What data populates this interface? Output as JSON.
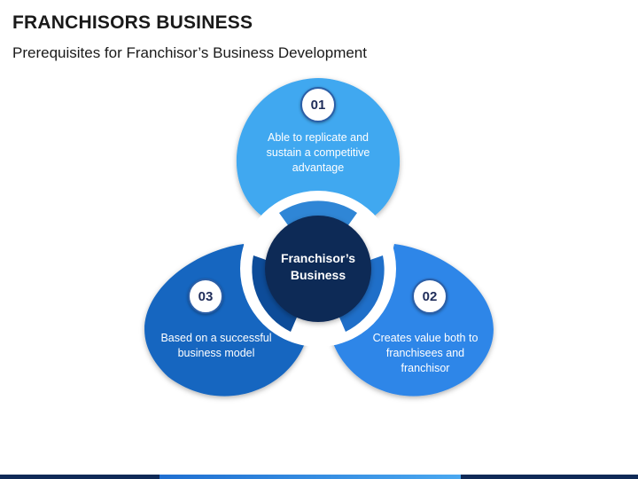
{
  "title": "FRANCHISORS BUSINESS",
  "subtitle": "Prerequisites for Franchisor’s Business Development",
  "center": {
    "label": "Franchisor’s Business"
  },
  "petals": [
    {
      "number": "01",
      "text": "Able to replicate and sustain a competitive advantage",
      "color": "#3fa8f0"
    },
    {
      "number": "02",
      "text": "Creates value both to franchisees and franchisor",
      "color": "#2f86e8"
    },
    {
      "number": "03",
      "text": "Based on a successful business model",
      "color": "#1566c0"
    }
  ],
  "colors": {
    "center_fill": "#0f2a57",
    "ring_top": "#2f86d6",
    "ring_right": "#1f6fc9",
    "ring_left": "#0d4c99"
  }
}
